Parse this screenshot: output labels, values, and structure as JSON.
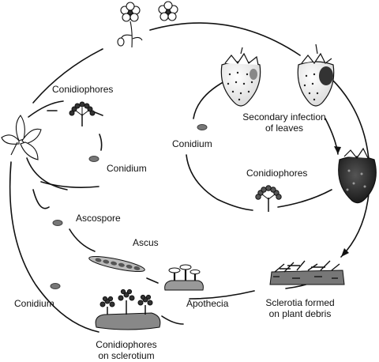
{
  "labels": {
    "conidiophores_leaf": "Conidiophores",
    "conidium_leaf": "Conidium",
    "ascospore": "Ascospore",
    "ascus": "Ascus",
    "conidium_bottom": "Conidium",
    "apothecia": "Apothecia",
    "conidiophores_sclerotium_l1": "Conidiophores",
    "conidiophores_sclerotium_l2": "on sclerotium",
    "sclerotia_l1": "Sclerotia formed",
    "sclerotia_l2": "on plant debris",
    "secondary_l1": "Secondary infection",
    "secondary_l2": "of leaves",
    "conidium_inner": "Conidium",
    "conidiophores_inner": "Conidiophores"
  },
  "icons": [
    "flower-icon",
    "strawberry-icon",
    "infected-strawberry-icon",
    "rotten-strawberry-icon",
    "leaf-icon",
    "conidiophore-icon",
    "conidium-icon",
    "ascus-icon",
    "apothecia-icon",
    "sclerotium-icon",
    "plant-debris-icon"
  ]
}
